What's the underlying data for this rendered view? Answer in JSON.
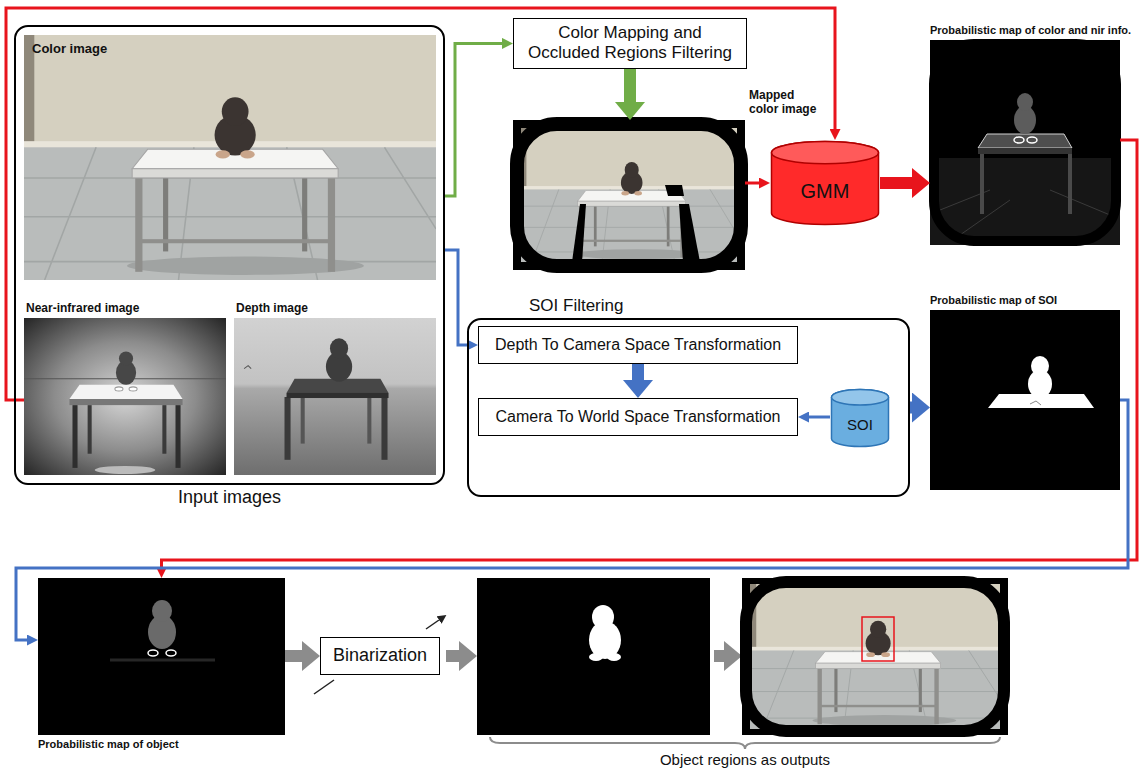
{
  "diagram": {
    "nodes": [
      {
        "text": [
          "Input images"
        ]
      },
      {
        "text": [
          "Color image"
        ],
        "in": 0
      },
      {
        "text": [
          "Near-infrared image"
        ],
        "in": 0
      },
      {
        "text": [
          "Depth image"
        ],
        "in": 0
      },
      {
        "text": [
          "Color Mapping and Occluded Regions Filtering"
        ]
      },
      {
        "text": [
          "Mapped color image"
        ]
      },
      {
        "text": [
          "GMM"
        ]
      },
      {
        "text": [
          "Probabilistic map of color and nir info."
        ]
      },
      {
        "text": [
          "SOI Filtering"
        ]
      },
      {
        "text": [
          "Depth To Camera Space Transformation"
        ],
        "in": 8
      },
      {
        "text": [
          "Camera To World Space Transformation"
        ],
        "in": 8
      },
      {
        "text": [
          "SOI"
        ],
        "in": 8
      },
      {
        "text": [
          "Probabilistic map of SOI"
        ]
      },
      {
        "text": [
          "Probabilistic map of object"
        ]
      },
      {
        "text": [
          "Binarization"
        ]
      }
    ],
    "edges": [
      {
        "from": 0,
        "to": 4,
        "arrow": "to"
      },
      {
        "from": 4,
        "to": 5,
        "arrow": "to"
      },
      {
        "from": 5,
        "to": 6,
        "arrow": "to"
      },
      {
        "from": 2,
        "to": 6,
        "arrow": "to"
      },
      {
        "from": 6,
        "to": 7,
        "arrow": "to"
      },
      {
        "from": 0,
        "to": 9,
        "arrow": "to"
      },
      {
        "from": 9,
        "to": 10,
        "arrow": "to"
      },
      {
        "from": 11,
        "to": 10,
        "arrow": "to"
      },
      {
        "from": 8,
        "to": 12,
        "arrow": "to"
      },
      {
        "from": 7,
        "to": 13,
        "arrow": "to"
      },
      {
        "from": 12,
        "to": 13,
        "arrow": "to"
      },
      {
        "from": 13,
        "to": 14,
        "arrow": "to"
      }
    ],
    "labels": [
      "Object regions as outputs"
    ]
  }
}
